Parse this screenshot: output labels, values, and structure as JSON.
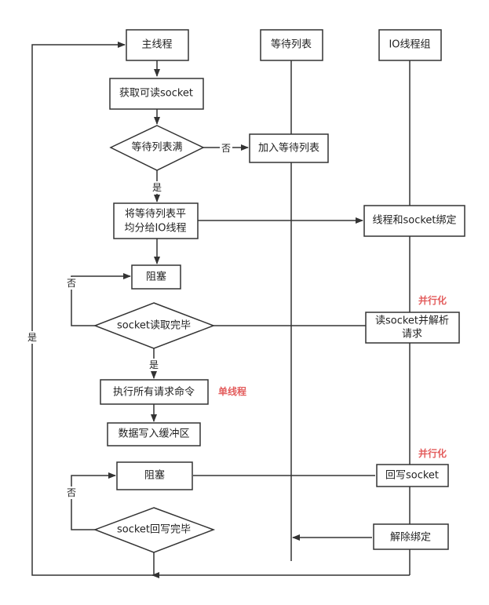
{
  "colors": {
    "stroke": "#333333",
    "note": "#e35d5d",
    "text": "#222222"
  },
  "nodes": {
    "main_thread": "主线程",
    "wait_list_header": "等待列表",
    "io_group_header": "IO线程组",
    "get_readable_socket": "获取可读socket",
    "wait_list_full": "等待列表满",
    "add_to_wait_list": "加入等待列表",
    "distribute_line1": "将等待列表平",
    "distribute_line2": "均分给IO线程",
    "bind_thread_socket": "线程和socket绑定",
    "block_1": "阻塞",
    "socket_read_done": "socket读取完毕",
    "read_parse_line1": "读socket并解析",
    "read_parse_line2": "请求",
    "execute_commands": "执行所有请求命令",
    "write_buffer": "数据写入缓冲区",
    "block_2": "阻塞",
    "write_back_socket": "回写socket",
    "socket_write_done": "socket回写完毕",
    "unbind": "解除绑定"
  },
  "labels": {
    "no_1": "否",
    "yes_1": "是",
    "no_2": "否",
    "yes_2": "是",
    "no_3": "否",
    "yes_loop": "是"
  },
  "notes": {
    "parallel_1": "并行化",
    "single_thread": "单线程",
    "parallel_2": "并行化"
  }
}
